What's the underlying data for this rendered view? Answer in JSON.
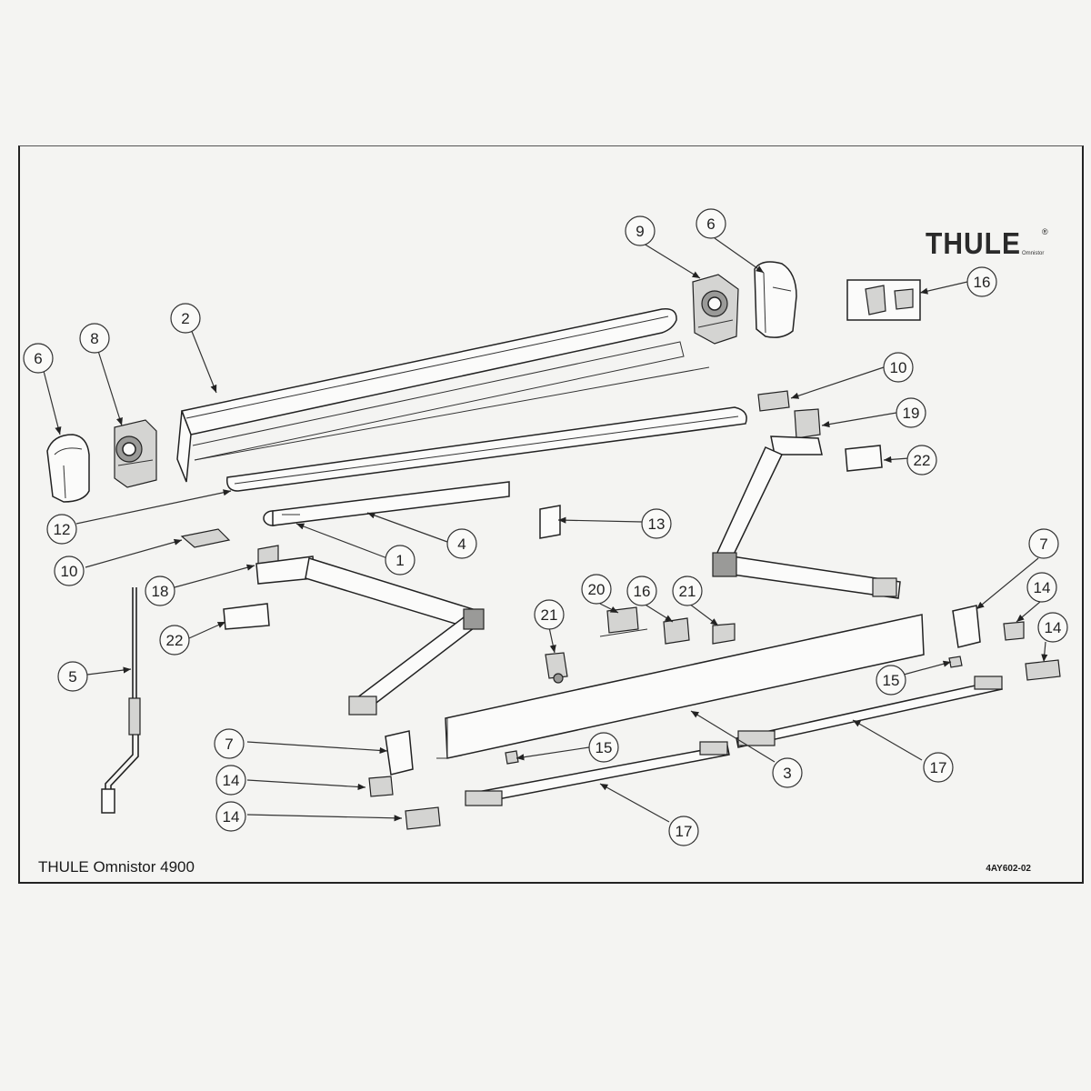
{
  "header": {
    "brand": "THULE",
    "brand_sub": "Omnistor",
    "brand_reg": "®"
  },
  "footer": {
    "title": "THULE Omnistor 4900",
    "code": "4AY602-02"
  },
  "callouts": [
    {
      "id": "c9",
      "label": "9"
    },
    {
      "id": "c6a",
      "label": "6"
    },
    {
      "id": "c16a",
      "label": "16"
    },
    {
      "id": "c2",
      "label": "2"
    },
    {
      "id": "c8",
      "label": "8"
    },
    {
      "id": "c6b",
      "label": "6"
    },
    {
      "id": "c10a",
      "label": "10"
    },
    {
      "id": "c19",
      "label": "19"
    },
    {
      "id": "c22a",
      "label": "22"
    },
    {
      "id": "c12",
      "label": "12"
    },
    {
      "id": "c13",
      "label": "13"
    },
    {
      "id": "c4",
      "label": "4"
    },
    {
      "id": "c1",
      "label": "1"
    },
    {
      "id": "c10b",
      "label": "10"
    },
    {
      "id": "c7a",
      "label": "7"
    },
    {
      "id": "c18",
      "label": "18"
    },
    {
      "id": "c20",
      "label": "20"
    },
    {
      "id": "c16b",
      "label": "16"
    },
    {
      "id": "c21a",
      "label": "21"
    },
    {
      "id": "c14a",
      "label": "14"
    },
    {
      "id": "c21b",
      "label": "21"
    },
    {
      "id": "c22b",
      "label": "22"
    },
    {
      "id": "c14b",
      "label": "14"
    },
    {
      "id": "c5",
      "label": "5"
    },
    {
      "id": "c15a",
      "label": "15"
    },
    {
      "id": "c7b",
      "label": "7"
    },
    {
      "id": "c15b",
      "label": "15"
    },
    {
      "id": "c17a",
      "label": "17"
    },
    {
      "id": "c3",
      "label": "3"
    },
    {
      "id": "c14c",
      "label": "14"
    },
    {
      "id": "c14d",
      "label": "14"
    },
    {
      "id": "c17b",
      "label": "17"
    }
  ]
}
